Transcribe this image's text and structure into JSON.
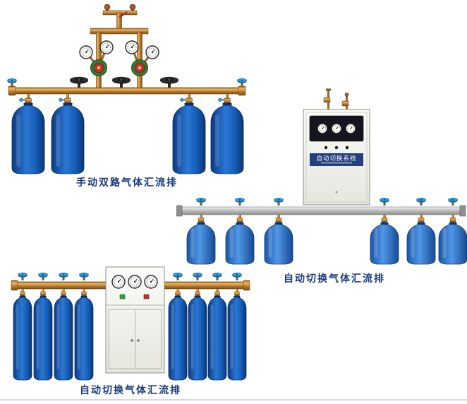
{
  "page": {
    "background": "#ffffff",
    "caption_color": "#173a7d"
  },
  "products": [
    {
      "id": "manual-dual-manifold",
      "caption": "手动双路气体汇流排",
      "cylinders": 4,
      "cylinder_color": "#2a77d4",
      "pipe_color": "#c08234",
      "gauges": 4,
      "handwheels": 3
    },
    {
      "id": "auto-switch-manifold-a",
      "caption": "自动切换气体汇流排",
      "cabinet_label": "自动切换系统",
      "cylinders": 6,
      "cylinder_color": "#4f97e6",
      "pipe_color": "#c2c2c2",
      "gauges": 3
    },
    {
      "id": "auto-switch-manifold-b",
      "caption": "自动切换气体汇流排",
      "cylinders": 8,
      "cylinder_color": "#2a77d4",
      "pipe_color": "#c08234",
      "gauges": 3
    }
  ]
}
